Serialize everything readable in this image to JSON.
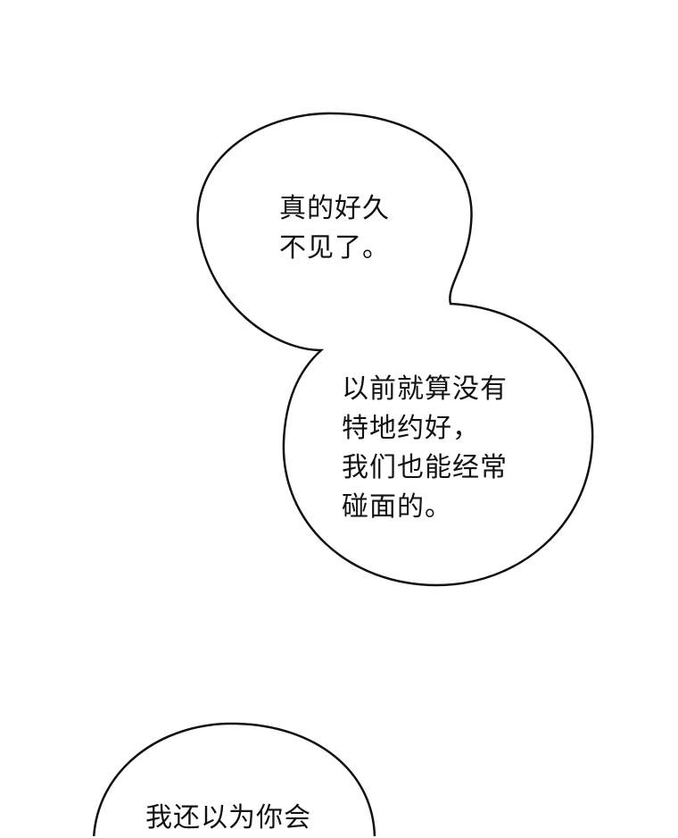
{
  "bubbles": [
    {
      "lines": [
        "真的好久",
        "不见了。"
      ]
    },
    {
      "lines": [
        "以前就算没有",
        "特地约好，",
        "我们也能经常",
        "碰面的。"
      ]
    },
    {
      "lines": [
        "我还以为你会"
      ]
    }
  ]
}
